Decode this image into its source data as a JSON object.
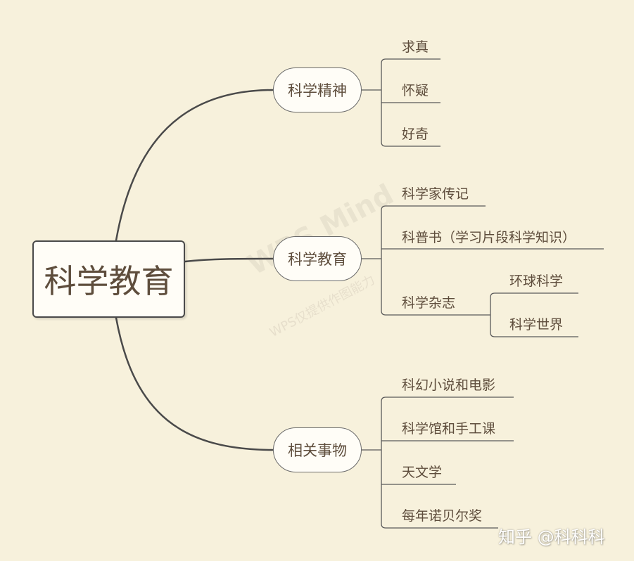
{
  "root": {
    "label": "科学教育"
  },
  "branches": [
    {
      "label": "科学精神",
      "leaves": [
        "求真",
        "怀疑",
        "好奇"
      ]
    },
    {
      "label": "科学教育",
      "leaves": [
        "科学家传记",
        "科普书（学习片段科学知识）",
        "科学杂志"
      ],
      "subleaves": [
        "环球科学",
        "科学世界"
      ]
    },
    {
      "label": "相关事物",
      "leaves": [
        "科幻小说和电影",
        "科学馆和手工课",
        "天文学",
        "每年诺贝尔奖"
      ]
    }
  ],
  "watermark": {
    "main": "WPS Mind",
    "sub": "WPS仅提供作图能力"
  },
  "credit": "知乎 @科科科",
  "colors": {
    "background": "#f7f1dc",
    "line": "#4a4a4a",
    "text": "#5e4d3c"
  }
}
